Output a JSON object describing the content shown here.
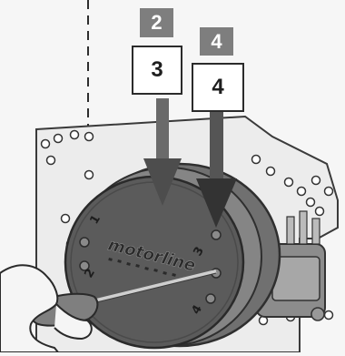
{
  "labels": {
    "step_tag_left": "2",
    "step_box_left": "3",
    "step_tag_right": "4",
    "step_box_right": "4"
  },
  "dial": {
    "brand": "motorline",
    "position_1": "1",
    "position_2": "2",
    "position_3": "3",
    "position_4": "4"
  },
  "colors": {
    "tag_gray": "#7e7e7e",
    "box_border": "#2b2b2b",
    "disk_dark": "#5a5a5a",
    "plate": "#e9e9e9",
    "arrow_gray": "#6a6a6a",
    "arrow_dark": "#333333"
  },
  "icons": {
    "arrow_left": "down-arrow-icon",
    "arrow_right": "down-arrow-icon",
    "tool": "screwdriver-icon",
    "part": "limit-switch-icon"
  }
}
